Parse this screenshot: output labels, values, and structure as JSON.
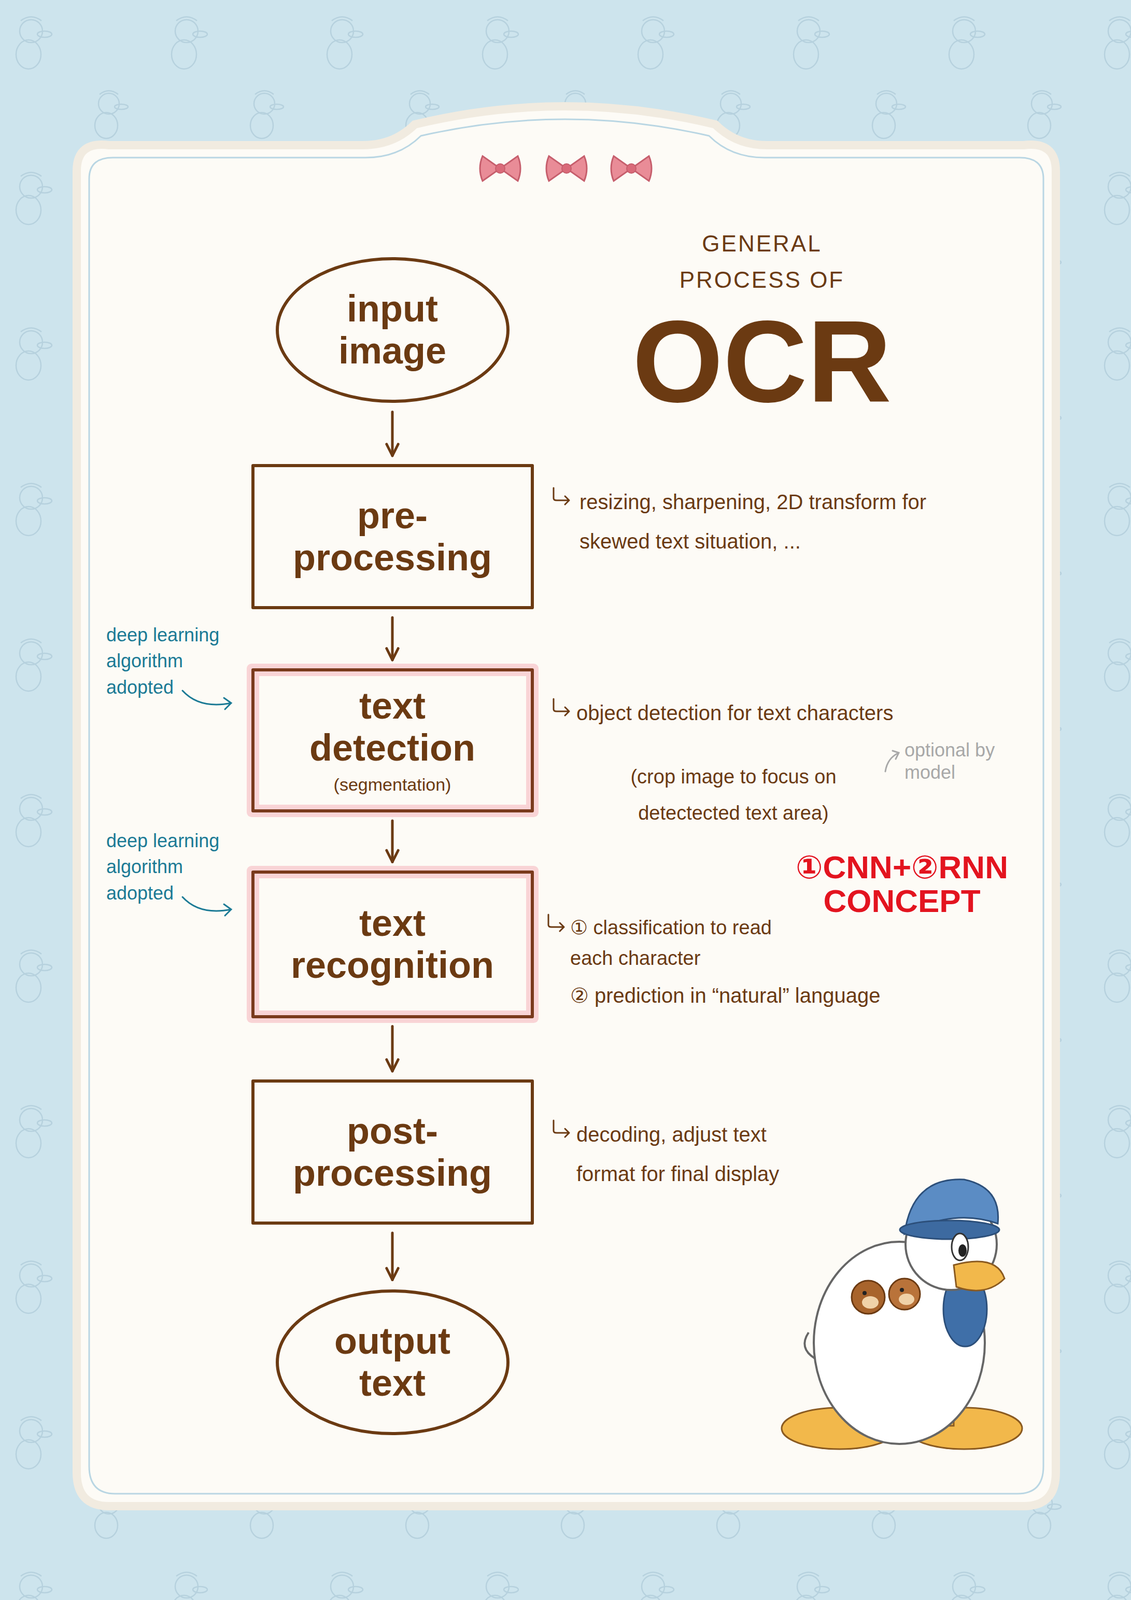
{
  "diagram": {
    "title": "OCR",
    "nodes": [
      {
        "text": [
          "input image"
        ]
      },
      {
        "text": [
          "pre-processing"
        ]
      },
      {
        "text": [
          "text detection",
          "(segmentation)"
        ]
      },
      {
        "text": [
          "text recognition"
        ]
      },
      {
        "text": [
          "post-processing"
        ]
      },
      {
        "text": [
          "output text"
        ]
      }
    ],
    "edges": [
      {
        "from": 0,
        "to": 1,
        "arrow": "to"
      },
      {
        "from": 1,
        "to": 2,
        "arrow": "to"
      },
      {
        "from": 2,
        "to": 3,
        "arrow": "to"
      },
      {
        "from": 3,
        "to": 4,
        "arrow": "to"
      },
      {
        "from": 4,
        "to": 5,
        "arrow": "to"
      }
    ],
    "labels": [
      "GENERAL PROCESS OF",
      "resizing, sharpening, 2D transform for skewed text situation, ...",
      "deep learning algorithm adopted",
      "object detection for text characters",
      "(crop image to focus on detectected text area)",
      "optional by model",
      "deep learning algorithm adopted",
      "①CNN+②RNN CONCEPT",
      "① classification to read each character",
      "② prediction in “natural” language",
      "decoding, adjust text format for final display"
    ]
  }
}
